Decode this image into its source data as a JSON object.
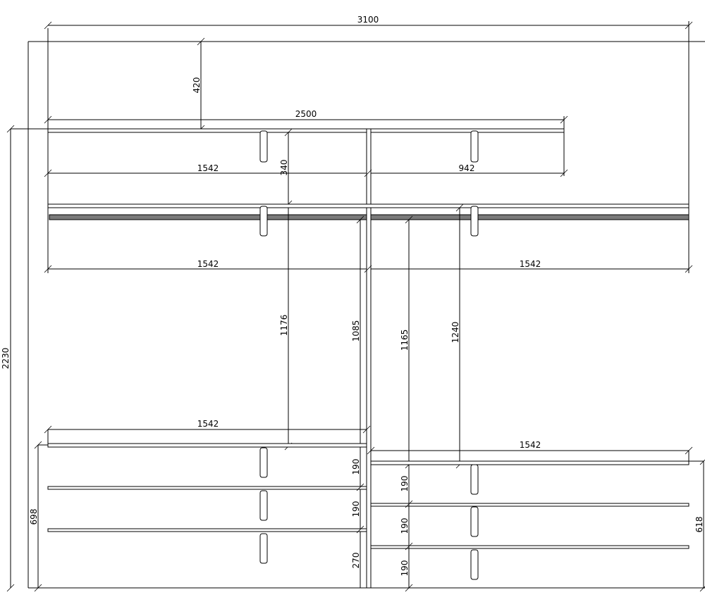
{
  "dimensions": {
    "total_width": "3100",
    "top_clearance": "420",
    "upper_shelf_width": "2500",
    "upper_left_width": "1542",
    "upper_right_width": "942",
    "upper_to_rail": "340",
    "rail_left_width": "1542",
    "rail_right_width": "1542",
    "left_rail_to_shelf": "1176",
    "left_upright_height": "1085",
    "right_upright_height": "1165",
    "right_bracket_drop": "1240",
    "total_height": "2230",
    "left_bottom_width": "1542",
    "right_bottom_width": "1542",
    "left_block_height": "698",
    "right_block_height": "618",
    "left_gap_1": "190",
    "left_gap_2": "190",
    "left_gap_3": "270",
    "right_gap_1": "190",
    "right_gap_2": "190",
    "right_gap_3": "190"
  }
}
